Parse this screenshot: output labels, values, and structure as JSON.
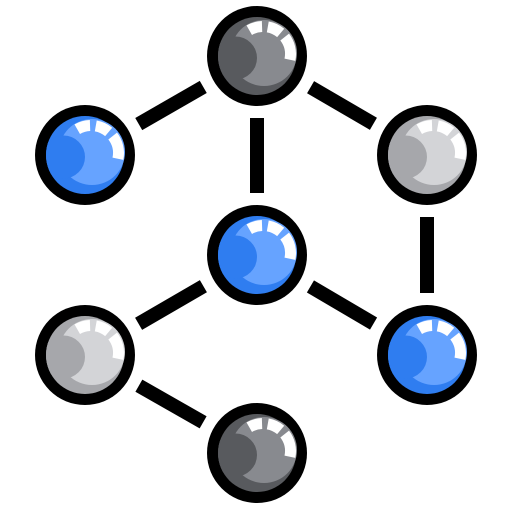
{
  "icon": {
    "name": "network-molecule-icon",
    "outline_color": "#000000",
    "highlight_color": "#ffffff",
    "palette": {
      "blue": {
        "base": "#2f7df0",
        "light": "#66a3ff"
      },
      "dark": {
        "base": "#585a5e",
        "light": "#888a8f"
      },
      "light": {
        "base": "#a6a7ab",
        "light": "#d3d4d7"
      }
    },
    "nodes": [
      {
        "id": "top",
        "color": "dark"
      },
      {
        "id": "upper-left",
        "color": "blue"
      },
      {
        "id": "upper-right",
        "color": "light"
      },
      {
        "id": "center",
        "color": "blue"
      },
      {
        "id": "lower-left",
        "color": "light"
      },
      {
        "id": "lower-right",
        "color": "blue"
      },
      {
        "id": "bottom",
        "color": "dark"
      }
    ],
    "links": [
      [
        "top",
        "upper-left"
      ],
      [
        "top",
        "upper-right"
      ],
      [
        "top",
        "center"
      ],
      [
        "upper-right",
        "lower-right"
      ],
      [
        "center",
        "lower-left"
      ],
      [
        "center",
        "lower-right"
      ],
      [
        "lower-left",
        "bottom"
      ]
    ]
  }
}
